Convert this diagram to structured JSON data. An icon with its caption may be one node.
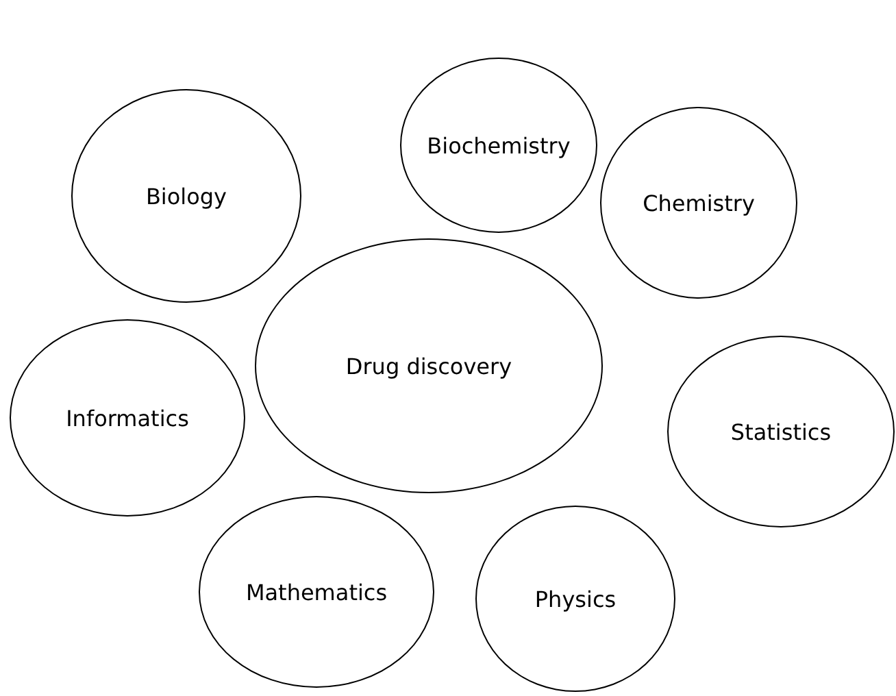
{
  "diagram": {
    "nodes": [
      {
        "text": [
          "Biochemistry"
        ]
      },
      {
        "text": [
          "Biology"
        ]
      },
      {
        "text": [
          "Chemistry"
        ]
      },
      {
        "text": [
          "Drug discovery"
        ]
      },
      {
        "text": [
          "Informatics"
        ]
      },
      {
        "text": [
          "Statistics"
        ]
      },
      {
        "text": [
          "Mathematics"
        ]
      },
      {
        "text": [
          "Physics"
        ]
      }
    ]
  }
}
